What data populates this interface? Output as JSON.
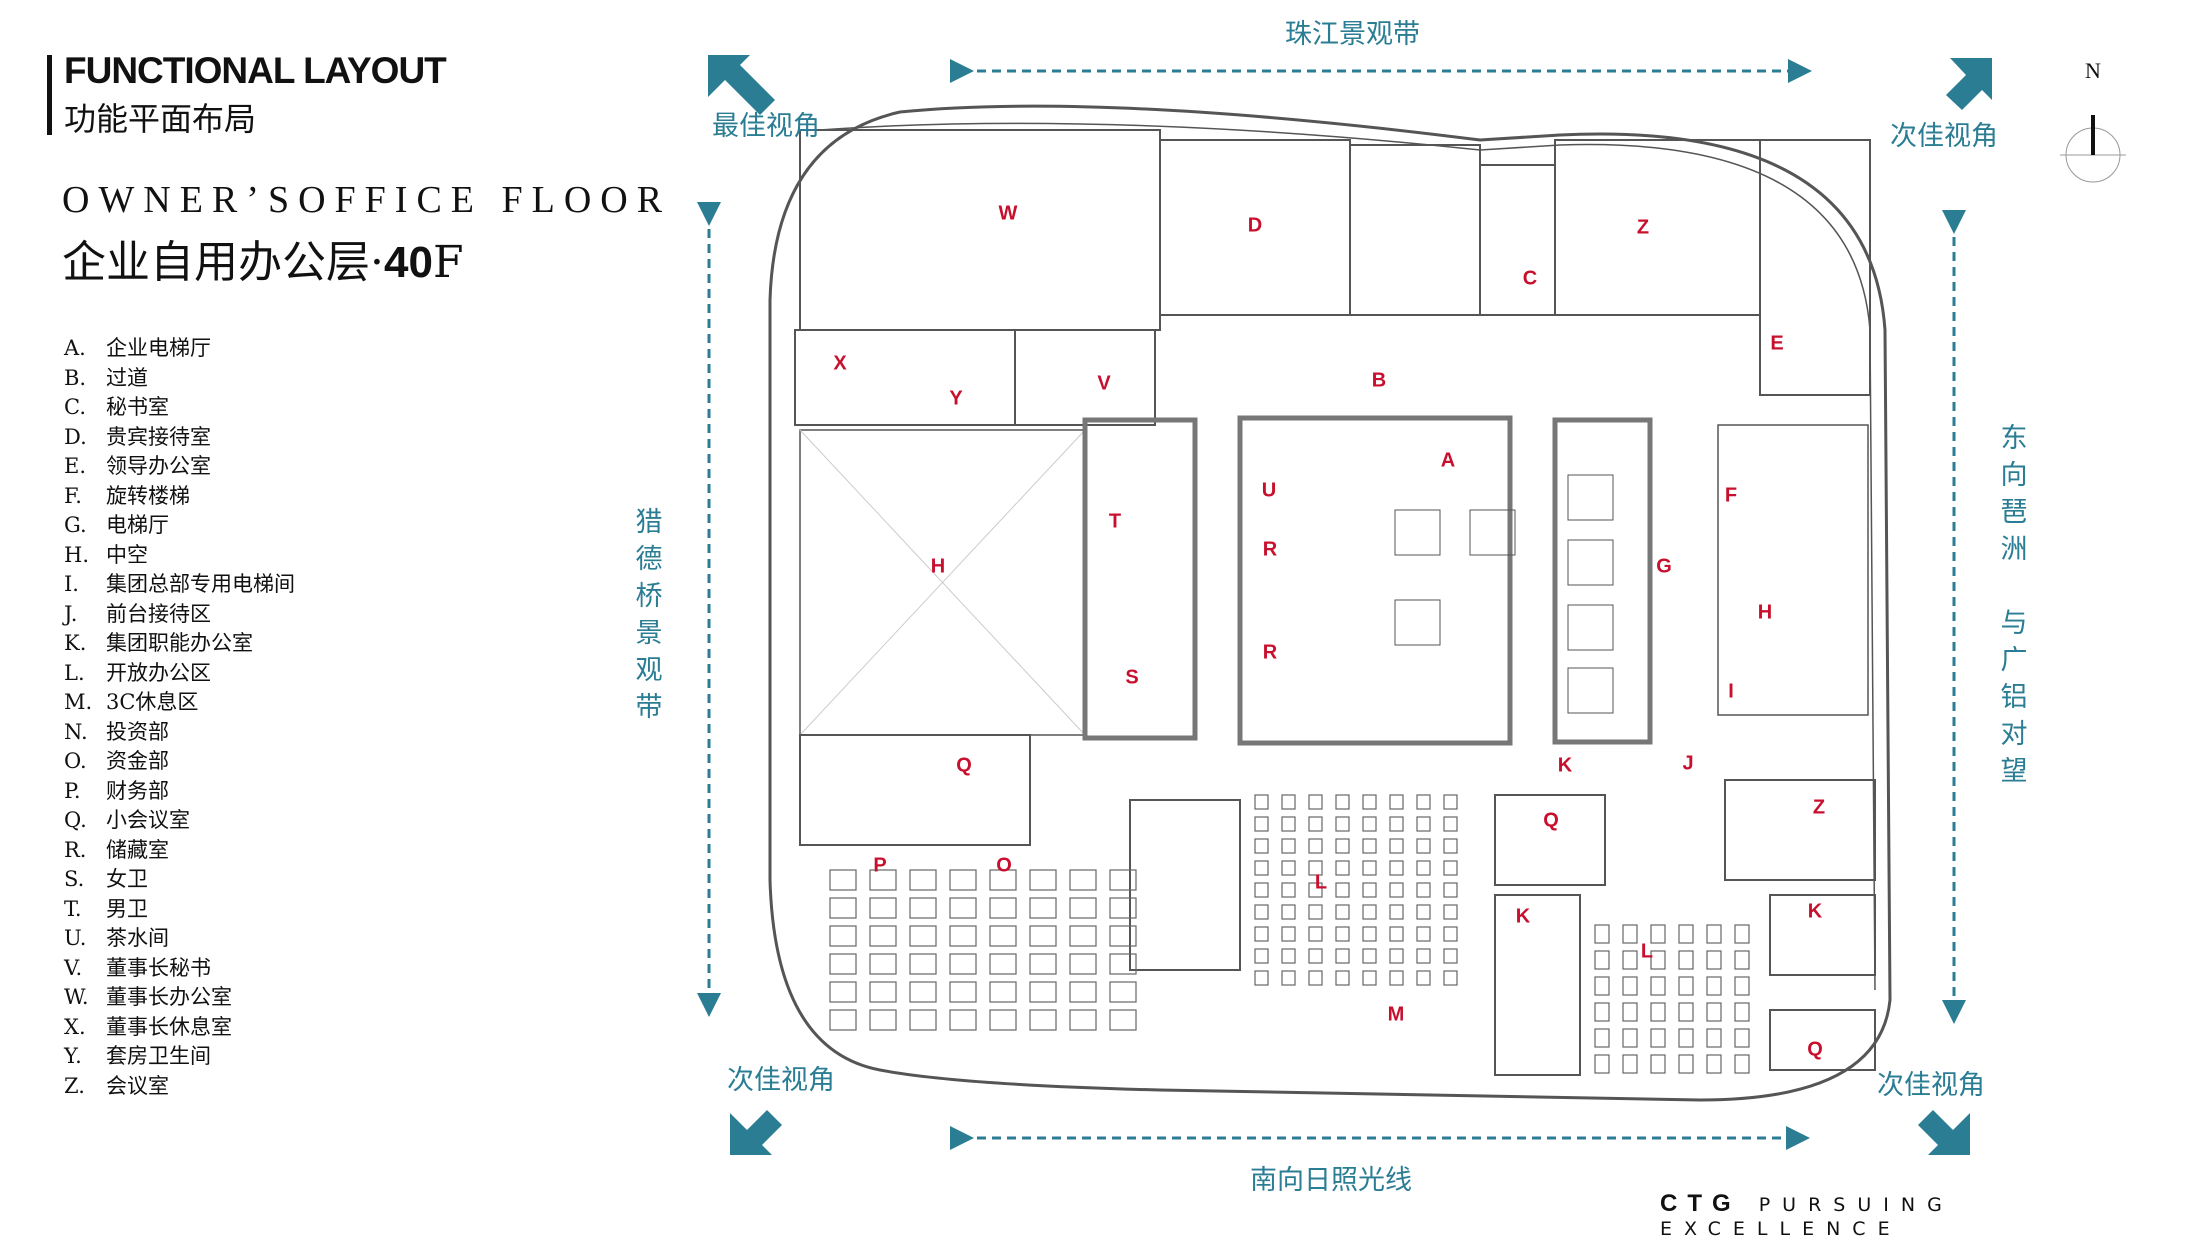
{
  "header": {
    "title_en": "FUNCTIONAL LAYOUT",
    "title_cn": "功能平面布局",
    "subtitle_en": "OWNER’SOFFICE FLOOR",
    "subtitle_cn": "企业自用办公层·",
    "floor": "40",
    "floor_suffix": "F"
  },
  "legend": [
    {
      "key": "A.",
      "label": "企业电梯厅"
    },
    {
      "key": "B.",
      "label": "过道"
    },
    {
      "key": "C.",
      "label": "秘书室"
    },
    {
      "key": "D.",
      "label": "贵宾接待室"
    },
    {
      "key": "E.",
      "label": "领导办公室"
    },
    {
      "key": "F.",
      "label": "旋转楼梯"
    },
    {
      "key": "G.",
      "label": "电梯厅"
    },
    {
      "key": "H.",
      "label": "中空"
    },
    {
      "key": "I.",
      "label": "集团总部专用电梯间"
    },
    {
      "key": "J.",
      "label": "前台接待区"
    },
    {
      "key": "K.",
      "label": "集团职能办公室"
    },
    {
      "key": "L.",
      "label": "开放办公区"
    },
    {
      "key": "M.",
      "label": "3C休息区"
    },
    {
      "key": "N.",
      "label": "投资部"
    },
    {
      "key": "O.",
      "label": "资金部"
    },
    {
      "key": "P.",
      "label": "财务部"
    },
    {
      "key": "Q.",
      "label": "小会议室"
    },
    {
      "key": "R.",
      "label": "储藏室"
    },
    {
      "key": "S.",
      "label": "女卫"
    },
    {
      "key": "T.",
      "label": "男卫"
    },
    {
      "key": "U.",
      "label": "茶水间"
    },
    {
      "key": "V.",
      "label": "董事长秘书"
    },
    {
      "key": "W.",
      "label": "董事长办公室"
    },
    {
      "key": "X.",
      "label": "董事长休息室"
    },
    {
      "key": "Y.",
      "label": "套房卫生间"
    },
    {
      "key": "Z.",
      "label": "会议室"
    }
  ],
  "views": {
    "top": "珠江景观带",
    "top_left": "最佳视角",
    "top_right": "次佳视角",
    "left": [
      "猎",
      "德",
      "桥",
      "景",
      "观",
      "带"
    ],
    "right": [
      "东",
      "向",
      "琶",
      "洲",
      "",
      "与",
      "广",
      "铝",
      "对",
      "望"
    ],
    "bottom_left": "次佳视角",
    "bottom_right": "次佳视角",
    "bottom": "南向日照光线"
  },
  "compass": "N",
  "rooms": [
    "W",
    "D",
    "Z",
    "C",
    "E",
    "X",
    "Y",
    "V",
    "B",
    "A",
    "U",
    "T",
    "F",
    "R",
    "H",
    "G",
    "H",
    "R",
    "S",
    "I",
    "Q",
    "K",
    "J",
    "Z",
    "Q",
    "P",
    "O",
    "L",
    "K",
    "K",
    "L",
    "M",
    "Q"
  ],
  "footer": {
    "brand": "CTG",
    "tagline": "PURSUING  EXCELLENCE"
  },
  "colors": {
    "accent": "#2b7d94",
    "room_label": "#c8102e"
  }
}
